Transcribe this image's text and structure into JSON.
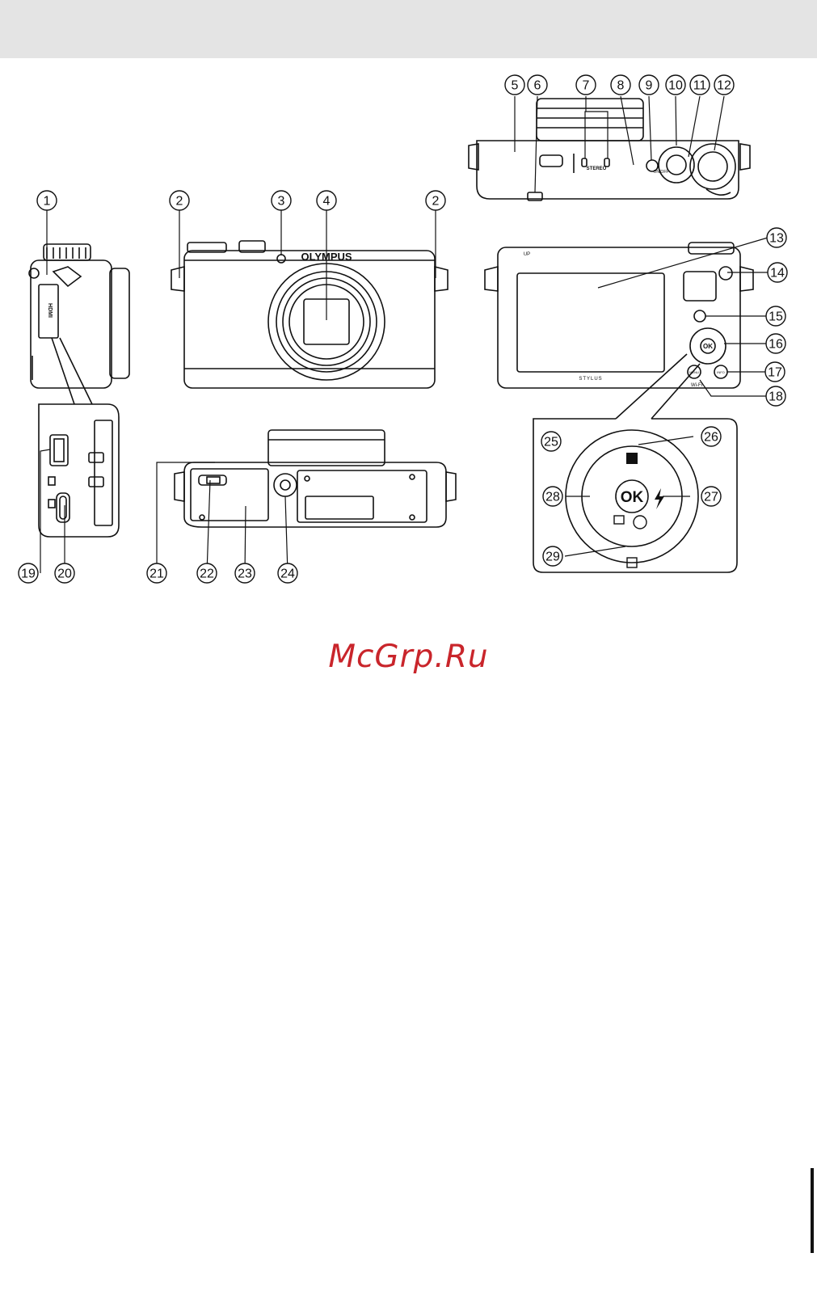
{
  "callouts": [
    "1",
    "2",
    "3",
    "4",
    "5",
    "6",
    "7",
    "8",
    "9",
    "10",
    "11",
    "12",
    "13",
    "14",
    "15",
    "16",
    "17",
    "18",
    "19",
    "20",
    "21",
    "22",
    "23",
    "24",
    "25",
    "26",
    "27",
    "28",
    "29"
  ],
  "camera_text": {
    "brand": "OLYMPUS",
    "model": "STYLUS",
    "hdmi": "HDMI",
    "stereo": "STEREO",
    "ok": "OK",
    "menu": "MENU",
    "info": "INFO",
    "wifi": "Wi-Fi",
    "on_off": "ON/OFF",
    "flash_up": "UP"
  },
  "watermark": "McGrp.Ru"
}
